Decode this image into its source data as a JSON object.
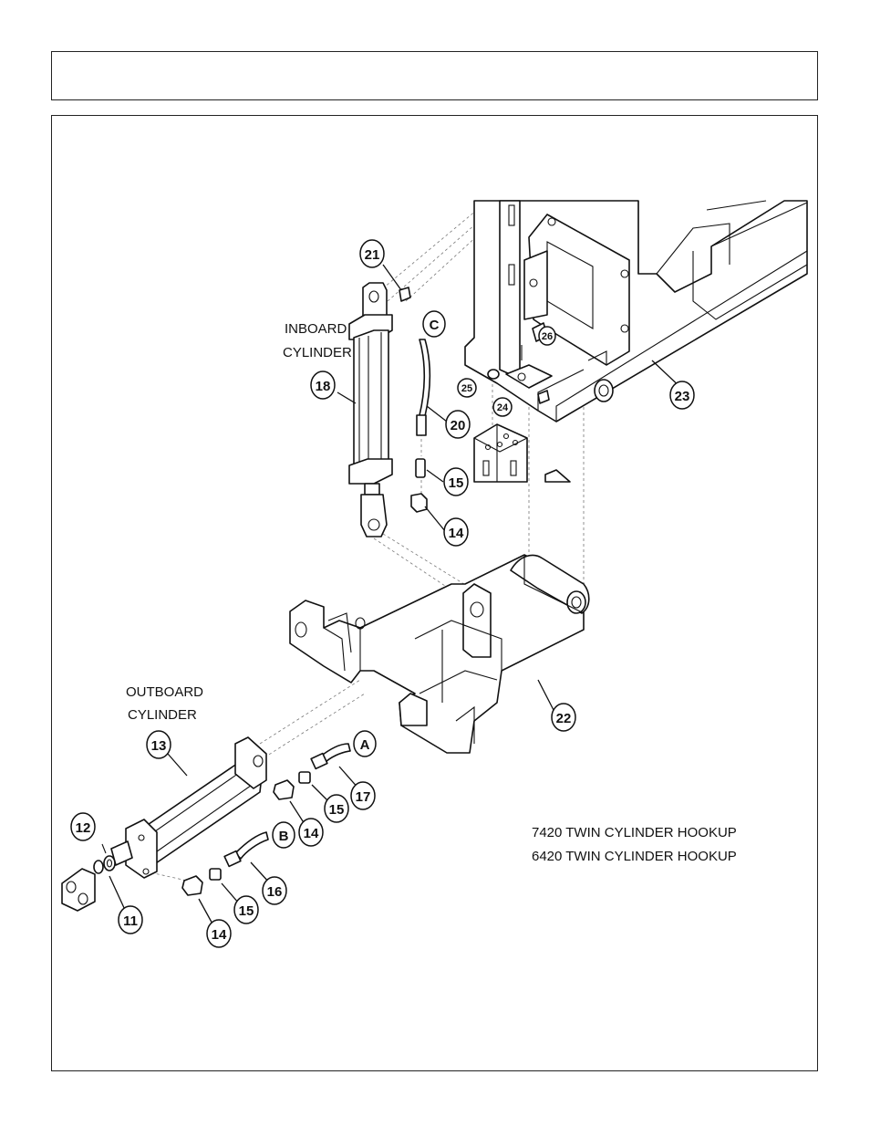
{
  "header": {
    "title": ""
  },
  "labels": {
    "inboard_line1": "INBOARD",
    "inboard_line2": "CYLINDER",
    "outboard_line1": "OUTBOARD",
    "outboard_line2": "CYLINDER",
    "caption_line1": "7420 TWIN CYLINDER HOOKUP",
    "caption_line2": "6420 TWIN CYLINDER HOOKUP"
  },
  "callouts": {
    "c21": "21",
    "cC": "C",
    "c18": "18",
    "c20": "20",
    "c15a": "15",
    "c14a": "14",
    "c26": "26",
    "c25": "25",
    "c24": "24",
    "c23": "23",
    "c22": "22",
    "c13": "13",
    "cA": "A",
    "c17": "17",
    "c15b": "15",
    "c14b": "14",
    "c12": "12",
    "cB": "B",
    "c16": "16",
    "c11": "11",
    "c15c": "15",
    "c14c": "14"
  }
}
